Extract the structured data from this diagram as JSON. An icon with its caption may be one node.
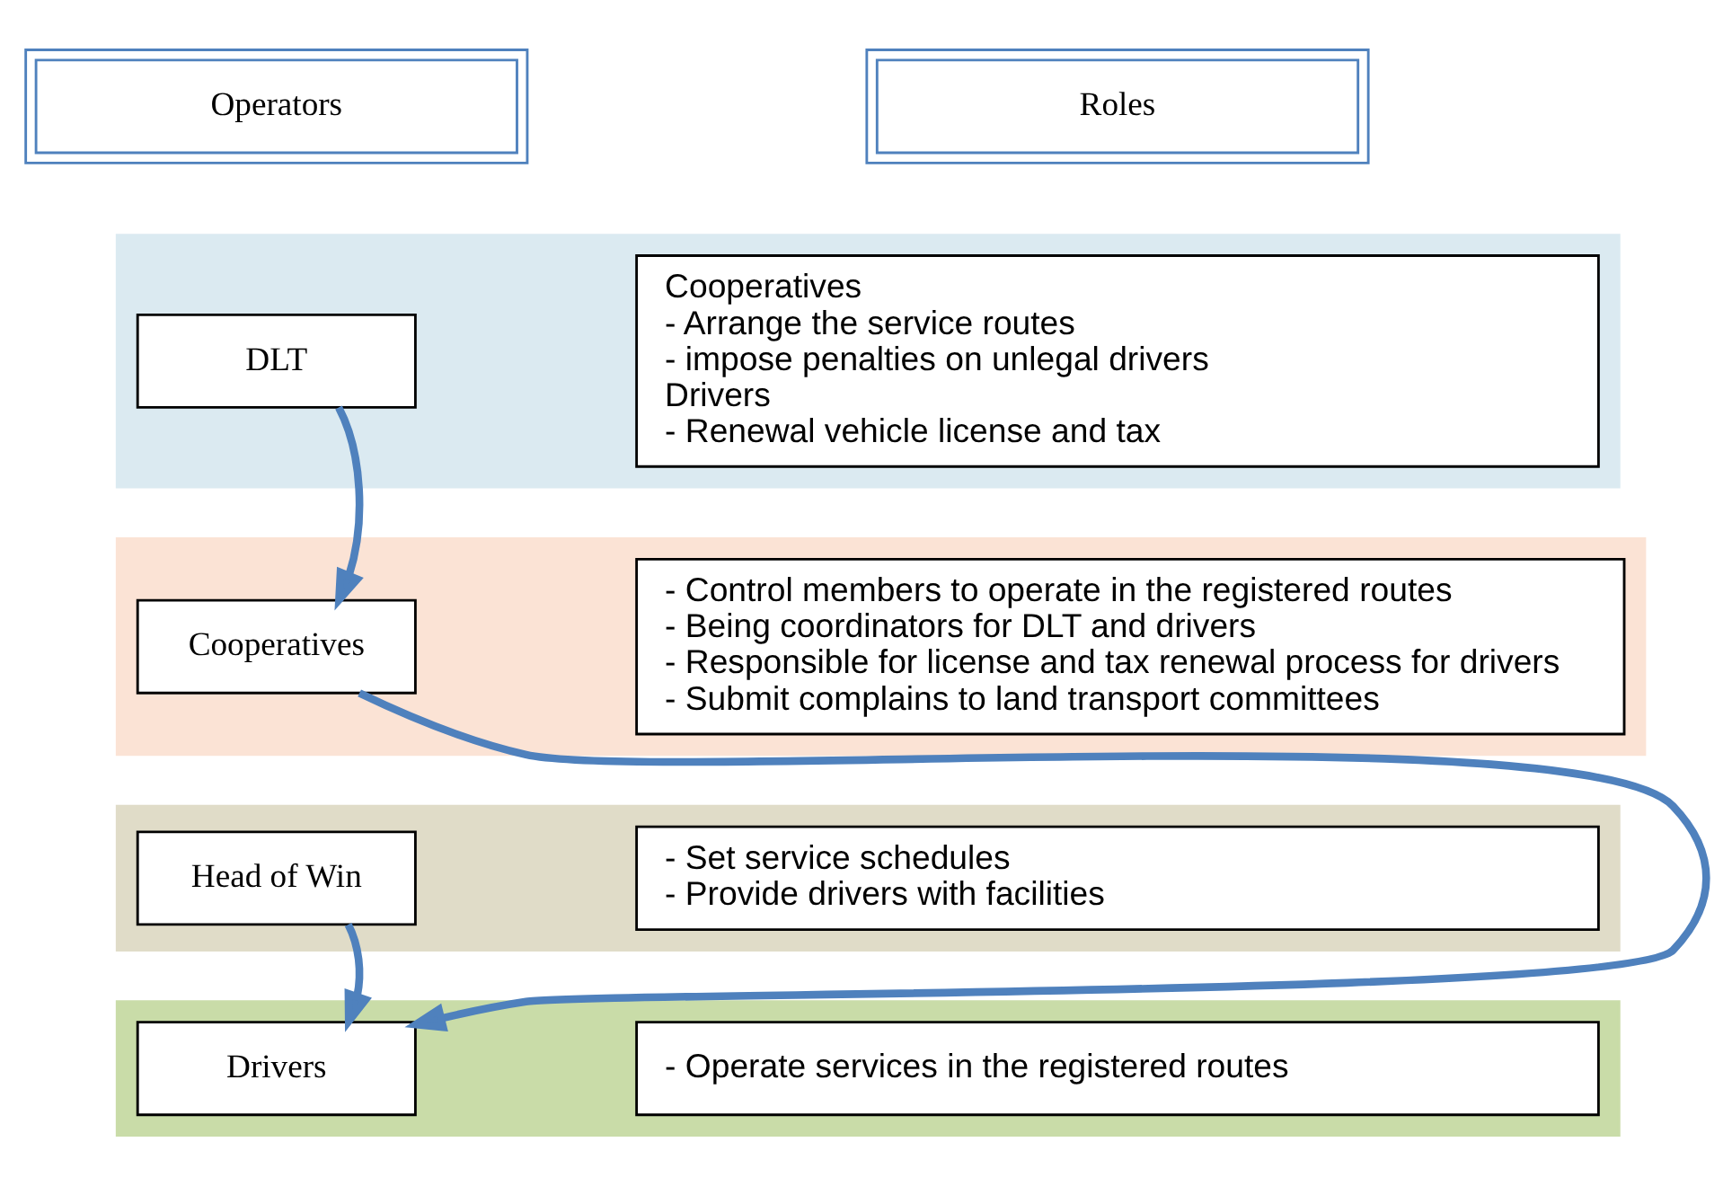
{
  "diagram": {
    "nodes": [
      {
        "text": [
          "Operators"
        ]
      },
      {
        "text": [
          "Roles"
        ]
      },
      {
        "text": [],
        "shape": "band"
      },
      {
        "text": [
          "DLT"
        ],
        "in": 2
      },
      {
        "text": [
          "Cooperatives",
          "- Arrange the service routes",
          "- impose penalties on unlegal drivers",
          "Drivers",
          "- Renewal vehicle license and tax"
        ],
        "in": 2
      },
      {
        "text": [],
        "shape": "band"
      },
      {
        "text": [
          "Cooperatives"
        ],
        "in": 5
      },
      {
        "text": [
          "- Control members to operate in the registered routes",
          "- Being coordinators for DLT and drivers",
          "- Responsible for license and tax renewal process for drivers",
          "- Submit complains to land transport committees"
        ],
        "in": 5
      },
      {
        "text": [],
        "shape": "band"
      },
      {
        "text": [
          "Head of Win"
        ],
        "in": 8
      },
      {
        "text": [
          "- Set service schedules",
          "- Provide drivers with facilities"
        ],
        "in": 8
      },
      {
        "text": [],
        "shape": "band"
      },
      {
        "text": [
          "Drivers"
        ],
        "in": 11
      },
      {
        "text": [
          "- Operate services in the registered routes"
        ],
        "in": 11
      }
    ],
    "edges": [
      {
        "from": 3,
        "to": 6,
        "arrow": "to"
      },
      {
        "from": 6,
        "to": 12,
        "arrow": "to"
      },
      {
        "from": 9,
        "to": 12,
        "arrow": "to"
      }
    ]
  }
}
